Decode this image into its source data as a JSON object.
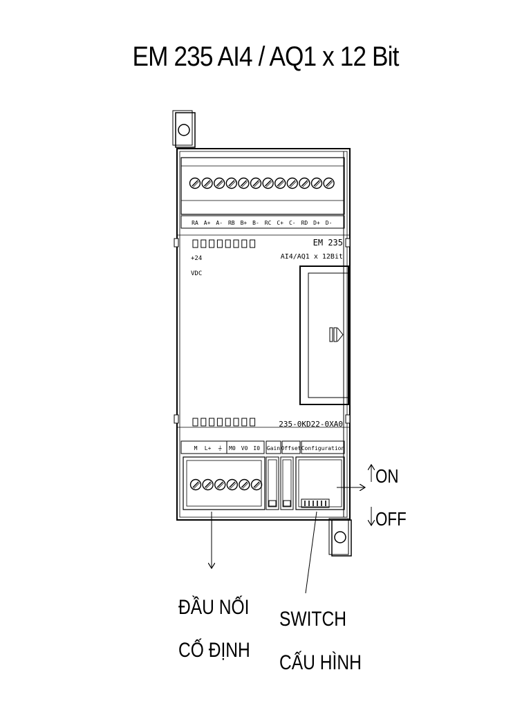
{
  "title": "EM 235 AI4 / AQ1 x 12 Bit",
  "module": {
    "name": "EM 235",
    "subtitle": "AI4/AQ1 x 12Bit",
    "part_number": "235-0KD22-0XA0",
    "supply_line1": "+24",
    "supply_line2": "VDC"
  },
  "top_terminals": [
    "RA",
    "A+",
    "A-",
    "RB",
    "B+",
    "B-",
    "RC",
    "C+",
    "C-",
    "RD",
    "D+",
    "D-"
  ],
  "bottom_groups": {
    "power": [
      "M",
      "L+",
      "⏚"
    ],
    "output": [
      "M0",
      "V0",
      "I0"
    ],
    "gain": "Gain",
    "offset": "Offset",
    "configuration": "Configuration"
  },
  "switch_states": {
    "on": "ON",
    "off": "OFF"
  },
  "callouts": {
    "terminal_line1": "ĐẦU NỐI",
    "terminal_line2": "CỐ ĐỊNH",
    "switch_line1": "SWITCH",
    "switch_line2": "CẤU HÌNH"
  },
  "icons": [
    "arrow-up-icon",
    "arrow-down-icon",
    "arrow-right-icon",
    "screw-terminal-icon",
    "mounting-hole-icon"
  ]
}
